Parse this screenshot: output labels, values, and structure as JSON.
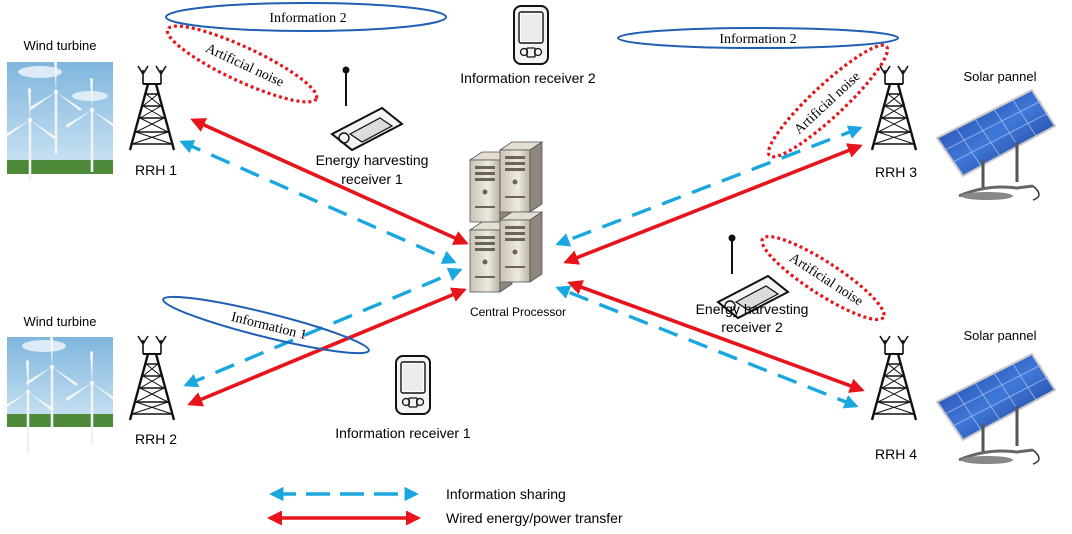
{
  "labels": {
    "wind_turbine_top": "Wind turbine",
    "wind_turbine_bottom": "Wind turbine",
    "solar_top": "Solar pannel",
    "solar_bottom": "Solar pannel",
    "rrh1": "RRH 1",
    "rrh2": "RRH 2",
    "rrh3": "RRH 3",
    "rrh4": "RRH 4",
    "info_receiver_1": "Information receiver 1",
    "info_receiver_2": "Information receiver 2",
    "ehr1_line1": "Energy harvesting",
    "ehr1_line2": "receiver 1",
    "ehr2_line1": "Energy harvesting",
    "ehr2_line2": "receiver 2",
    "central": "Central Processor",
    "information_1": "Information 1",
    "information_2_left": "Information 2",
    "information_2_right": "Information 2",
    "artificial_noise_1": "Artificial noise",
    "artificial_noise_3": "Artificial noise",
    "artificial_noise_4": "Artificial noise"
  },
  "legend": {
    "information_sharing": "Information sharing",
    "wired_power": "Wired energy/power transfer"
  },
  "colors": {
    "information_arrow": "#1aa7e0",
    "power_arrow": "#e8141c",
    "info_ellipse": "#1f5fb4",
    "noise_ellipse": "#e8141c",
    "tower": "#111111"
  }
}
